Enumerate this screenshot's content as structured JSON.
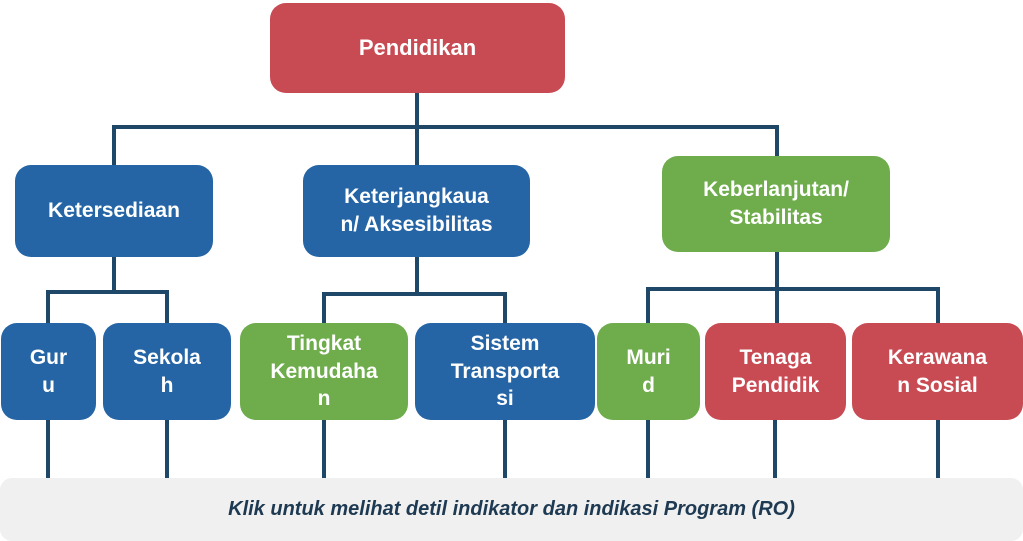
{
  "tree": {
    "root": {
      "label": "Pendidikan",
      "color": "#C84B54"
    },
    "level2": [
      {
        "label": "Ketersediaan",
        "color": "#2565A5"
      },
      {
        "label": "Keterjangkaua\nn/ Aksesibilitas",
        "color": "#2565A5"
      },
      {
        "label": "Keberlanjutan/\nStabilitas",
        "color": "#6EAC4C"
      }
    ],
    "level3": [
      {
        "label": "Gur\nu",
        "color": "#2565A5",
        "parent": "Ketersediaan"
      },
      {
        "label": "Sekola\nh",
        "color": "#2565A5",
        "parent": "Ketersediaan"
      },
      {
        "label": "Tingkat\nKemudaha\nn",
        "color": "#6EAC4C",
        "parent": "Keterjangkauan/ Aksesibilitas"
      },
      {
        "label": "Sistem\nTransporta\nsi",
        "color": "#2565A5",
        "parent": "Keterjangkauan/ Aksesibilitas"
      },
      {
        "label": "Muri\nd",
        "color": "#6EAC4C",
        "parent": "Keberlanjutan/ Stabilitas"
      },
      {
        "label": "Tenaga\nPendidik",
        "color": "#C84B54",
        "parent": "Keberlanjutan/ Stabilitas"
      },
      {
        "label": "Kerawana\nn Sosial",
        "color": "#C84B54",
        "parent": "Keberlanjutan/ Stabilitas"
      }
    ]
  },
  "footer": {
    "note": "Klik untuk melihat detil indikator dan indikasi Program (RO)"
  },
  "colors": {
    "red": "#C84B54",
    "blue": "#2565A5",
    "green": "#6EAC4C",
    "connector": "#1F4768",
    "footer_bg": "#F0F0F0",
    "footer_text": "#1E3A52"
  }
}
